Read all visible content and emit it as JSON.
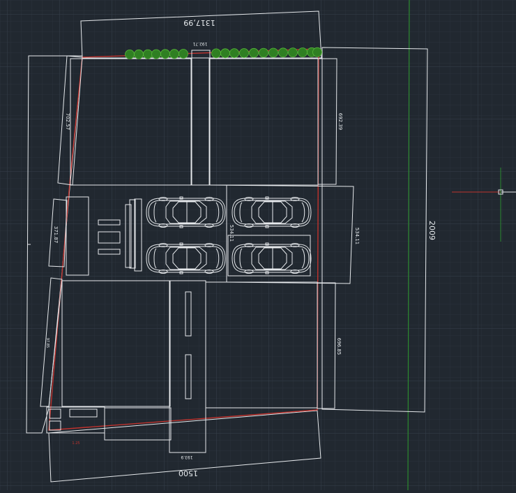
{
  "canvas": {
    "background": "#212830",
    "grid_minor": "#2a323b",
    "grid_major": "#36404b",
    "outline_color": "#e6e9ec",
    "boundary_color": "#c0332e",
    "axis_color": "#2c8a2f",
    "tree_color": "#2f7f22"
  },
  "dimensions": {
    "top_width": "1317,99",
    "top_gap": "192.71",
    "left_upper": "702.57",
    "right_upper": "692.39",
    "left_middle": "371.87",
    "right_middle": "534.11",
    "parking_height": "534.11",
    "right_lower": "696.85",
    "left_lower": "97.85",
    "bottom_left_note": "1.25",
    "driveway_bottom": "193.9",
    "bottom_width": "1500",
    "outer_height": "2009"
  },
  "cursor": {
    "icon": "crosshair-cursor-icon"
  },
  "cars": {
    "count": 4,
    "icon": "car-icon"
  }
}
